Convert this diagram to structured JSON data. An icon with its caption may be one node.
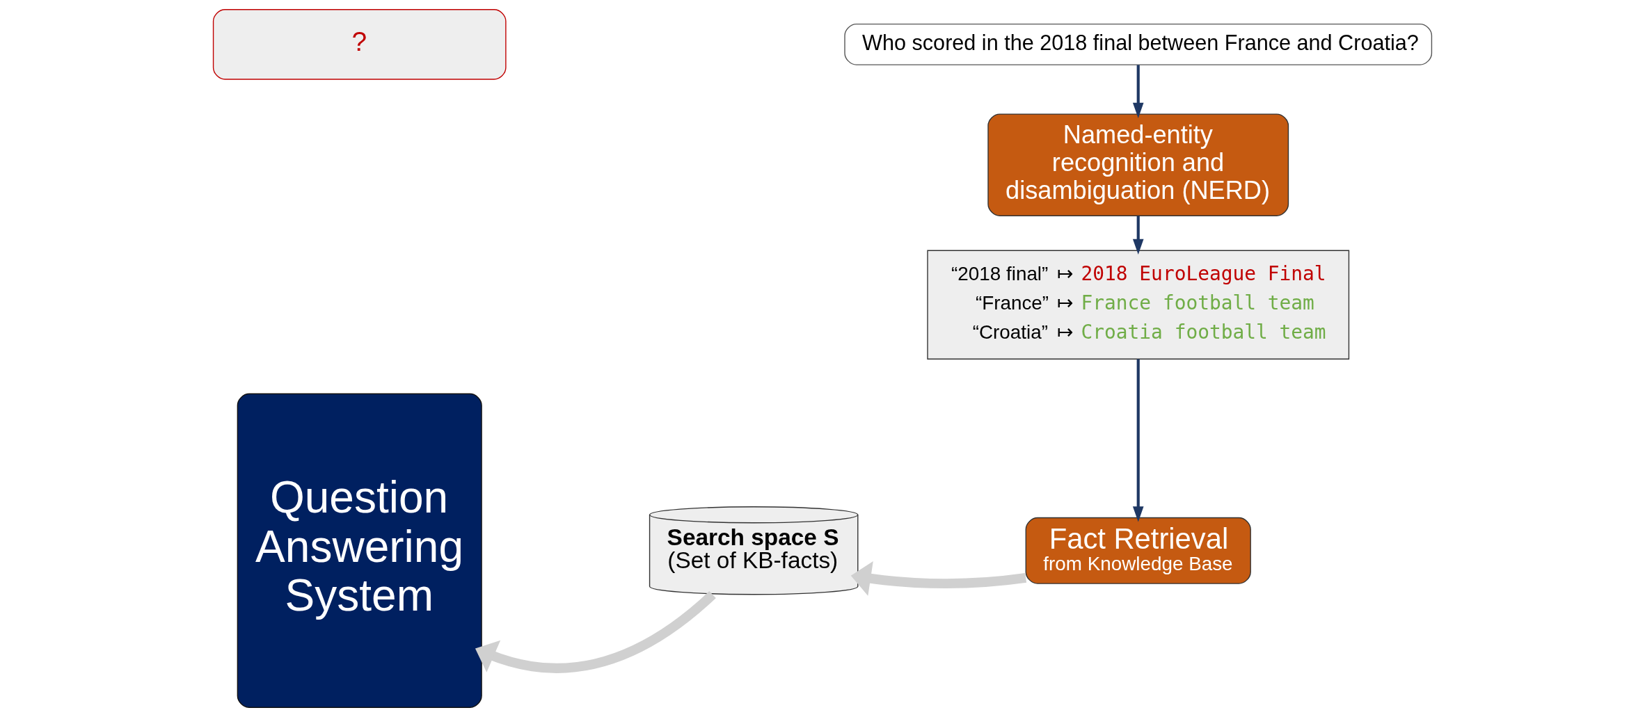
{
  "diagram": {
    "nodes": [
      {
        "text": [
          "Who scored in the 2018 final between France and Croatia?"
        ]
      },
      {
        "text": [
          "Named-entity recognition and disambiguation (NERD)"
        ]
      },
      {
        "text": [
          "“2018 final”",
          "↦",
          "2018 EuroLeague Final",
          "“France”",
          "↦",
          "France football team",
          "“Croatia”",
          "↦",
          "Croatia football team"
        ]
      },
      {
        "text": [
          "Fact Retrieval",
          "from Knowledge Base"
        ]
      },
      {
        "text": [
          "Search space S",
          "(Set of KB-facts)"
        ]
      },
      {
        "text": [
          "Question Answering System"
        ]
      },
      {
        "text": [
          "?"
        ]
      }
    ],
    "edges": [
      {
        "from": 0,
        "to": 1,
        "arrow": "to"
      },
      {
        "from": 1,
        "to": 2,
        "arrow": "to"
      },
      {
        "from": 2,
        "to": 3,
        "arrow": "to"
      },
      {
        "from": 3,
        "to": 4,
        "arrow": "to",
        "style": "thick",
        "color": "#d0d0d0"
      },
      {
        "from": 4,
        "to": 5,
        "arrow": "to",
        "style": "thick",
        "color": "#d0d0d0"
      }
    ]
  }
}
